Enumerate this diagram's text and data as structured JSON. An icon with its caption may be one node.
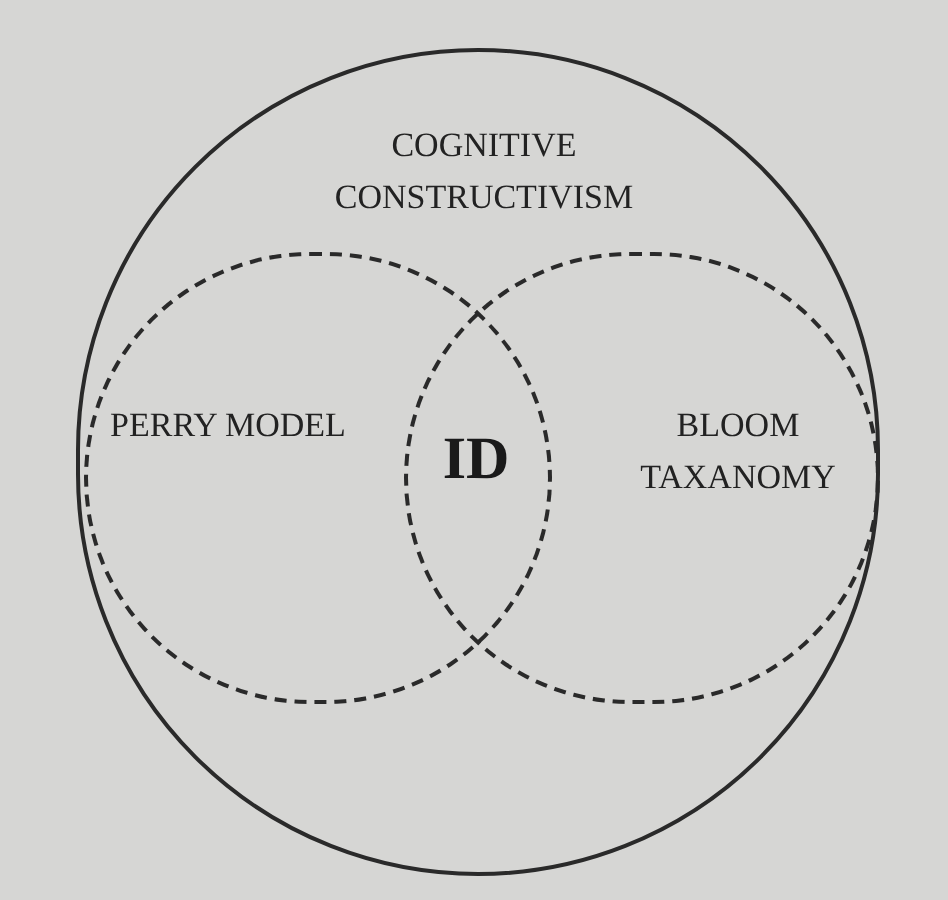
{
  "diagram": {
    "nodes": [
      {
        "text": [
          "COGNITIVE CONSTRUCTIVISM"
        ]
      },
      {
        "text": [
          "PERRY MODEL"
        ],
        "in": 0
      },
      {
        "text": [
          "BLOOM TAXANOMY"
        ],
        "in": 0
      }
    ],
    "labels": [
      "ID"
    ]
  }
}
